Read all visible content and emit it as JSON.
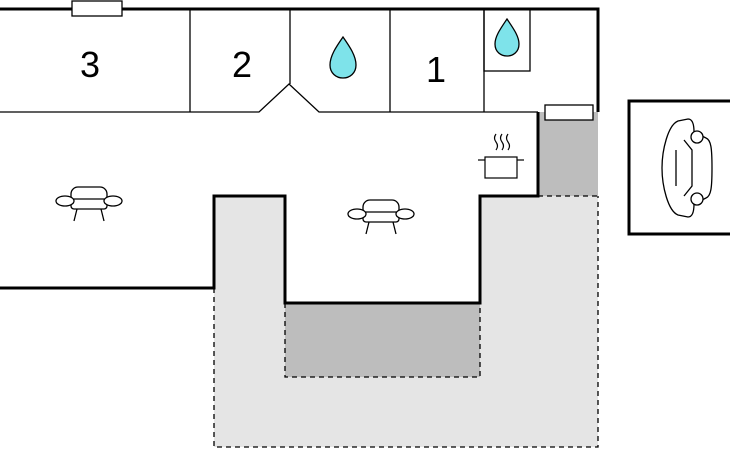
{
  "floorplan": {
    "rooms": {
      "bedroom_3": {
        "number": "3"
      },
      "bedroom_2": {
        "number": "2"
      },
      "bedroom_1": {
        "number": "1"
      }
    },
    "icons": {
      "bathroom_a": "water-drop-icon",
      "bathroom_b": "water-drop-icon",
      "living_left": "sofa-icon",
      "living_center": "sofa-icon",
      "kitchen": "cooking-pot-icon",
      "parking": "car-icon"
    },
    "colors": {
      "water": "#7ee3ea",
      "terrace_light": "#e5e5e5",
      "terrace_dark": "#bdbdbd",
      "wall": "#000000"
    }
  }
}
